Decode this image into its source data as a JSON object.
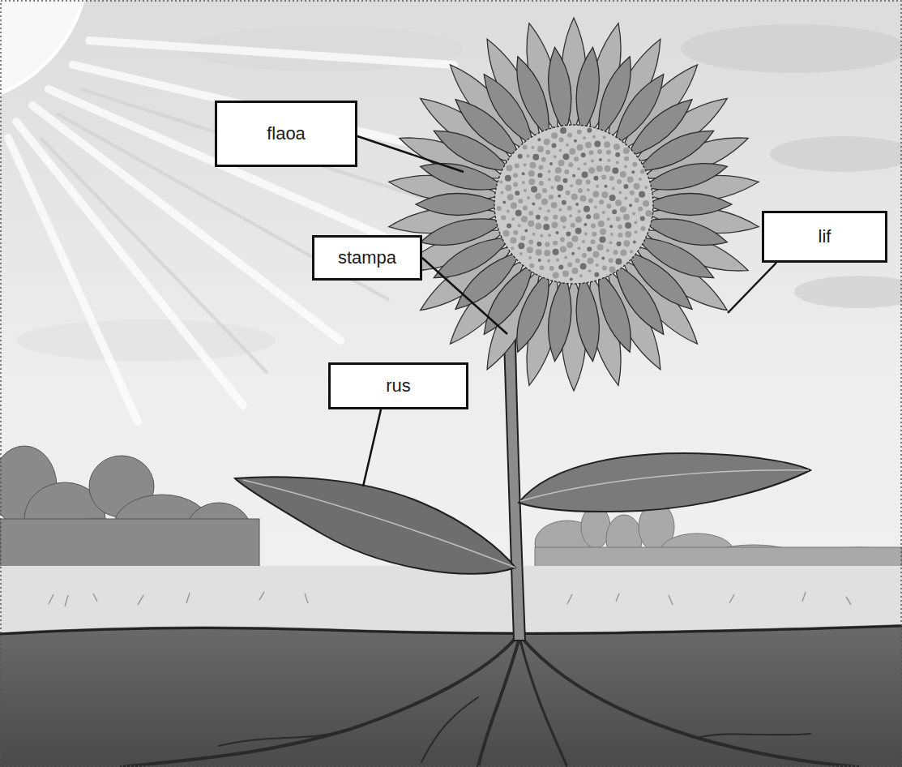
{
  "diagram": {
    "nodes": [
      {
        "text": [
          "flaoa"
        ]
      },
      {
        "text": [
          "stampa"
        ]
      },
      {
        "text": [
          "lif"
        ]
      },
      {
        "text": [
          "rus"
        ]
      }
    ]
  }
}
